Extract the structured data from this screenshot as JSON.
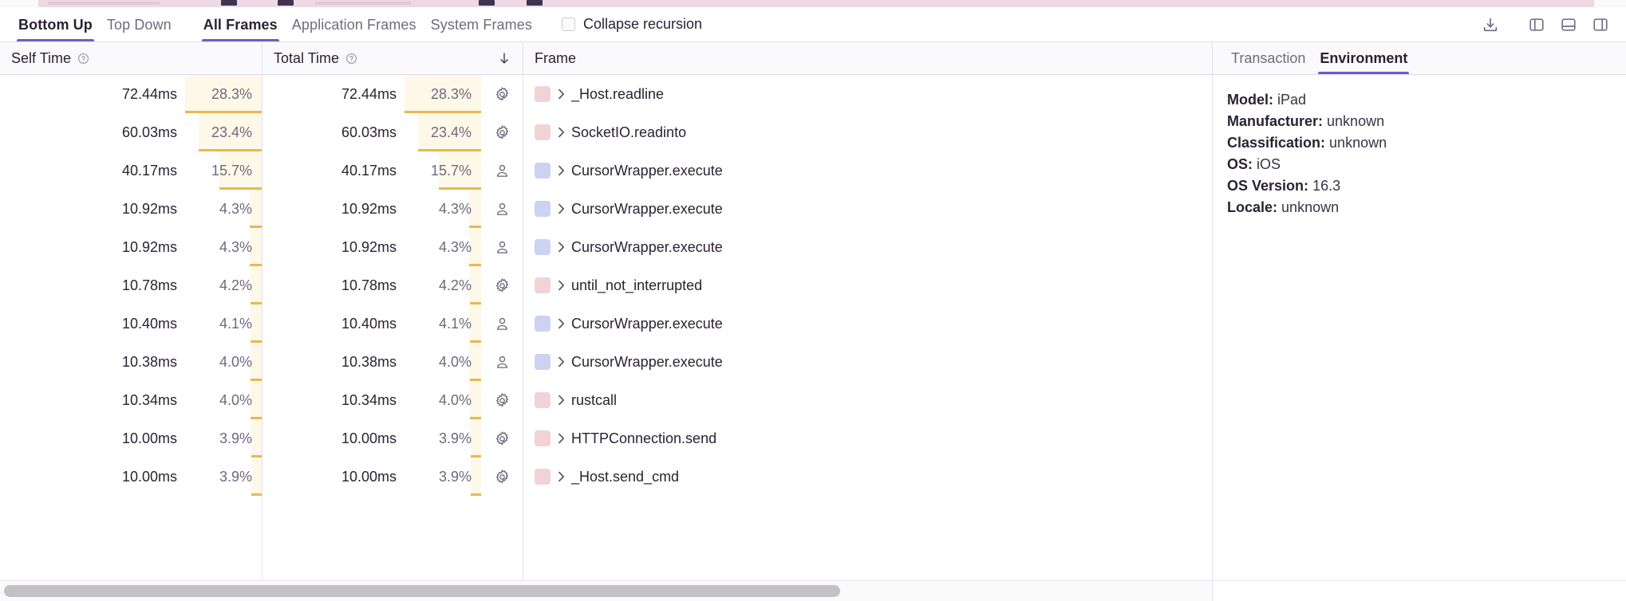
{
  "toolbar": {
    "view_tabs": [
      {
        "label": "Bottom Up",
        "active": true
      },
      {
        "label": "Top Down",
        "active": false
      }
    ],
    "frame_tabs": [
      {
        "label": "All Frames",
        "active": true
      },
      {
        "label": "Application Frames",
        "active": false
      },
      {
        "label": "System Frames",
        "active": false
      }
    ],
    "collapse_recursion": {
      "label": "Collapse recursion",
      "checked": false
    },
    "actions": [
      {
        "name": "download-icon",
        "title": "Download"
      },
      {
        "name": "layout-left-panel-icon",
        "title": "Toggle left panel"
      },
      {
        "name": "layout-bottom-panel-icon",
        "title": "Toggle bottom panel"
      },
      {
        "name": "layout-right-panel-icon",
        "title": "Toggle right panel"
      }
    ]
  },
  "table": {
    "columns": [
      {
        "key": "self_time",
        "label": "Self Time",
        "has_help": true,
        "sorted": false
      },
      {
        "key": "total_time",
        "label": "Total Time",
        "has_help": true,
        "sorted": true,
        "sort_direction": "desc"
      },
      {
        "key": "frame",
        "label": "Frame",
        "has_help": false,
        "sorted": false
      }
    ],
    "rows": [
      {
        "self_time": "72.44ms",
        "self_pct": "28.3%",
        "self_pct_value": 28.3,
        "total_time": "72.44ms",
        "total_pct": "28.3%",
        "total_pct_value": 28.3,
        "frame_type": "system",
        "frame": "_Host.readline"
      },
      {
        "self_time": "60.03ms",
        "self_pct": "23.4%",
        "self_pct_value": 23.4,
        "total_time": "60.03ms",
        "total_pct": "23.4%",
        "total_pct_value": 23.4,
        "frame_type": "system",
        "frame": "SocketIO.readinto"
      },
      {
        "self_time": "40.17ms",
        "self_pct": "15.7%",
        "self_pct_value": 15.7,
        "total_time": "40.17ms",
        "total_pct": "15.7%",
        "total_pct_value": 15.7,
        "frame_type": "application",
        "frame": "CursorWrapper.execute"
      },
      {
        "self_time": "10.92ms",
        "self_pct": "4.3%",
        "self_pct_value": 4.3,
        "total_time": "10.92ms",
        "total_pct": "4.3%",
        "total_pct_value": 4.3,
        "frame_type": "application",
        "frame": "CursorWrapper.execute"
      },
      {
        "self_time": "10.92ms",
        "self_pct": "4.3%",
        "self_pct_value": 4.3,
        "total_time": "10.92ms",
        "total_pct": "4.3%",
        "total_pct_value": 4.3,
        "frame_type": "application",
        "frame": "CursorWrapper.execute"
      },
      {
        "self_time": "10.78ms",
        "self_pct": "4.2%",
        "self_pct_value": 4.2,
        "total_time": "10.78ms",
        "total_pct": "4.2%",
        "total_pct_value": 4.2,
        "frame_type": "system",
        "frame": "until_not_interrupted"
      },
      {
        "self_time": "10.40ms",
        "self_pct": "4.1%",
        "self_pct_value": 4.1,
        "total_time": "10.40ms",
        "total_pct": "4.1%",
        "total_pct_value": 4.1,
        "frame_type": "application",
        "frame": "CursorWrapper.execute"
      },
      {
        "self_time": "10.38ms",
        "self_pct": "4.0%",
        "self_pct_value": 4.0,
        "total_time": "10.38ms",
        "total_pct": "4.0%",
        "total_pct_value": 4.0,
        "frame_type": "application",
        "frame": "CursorWrapper.execute"
      },
      {
        "self_time": "10.34ms",
        "self_pct": "4.0%",
        "self_pct_value": 4.0,
        "total_time": "10.34ms",
        "total_pct": "4.0%",
        "total_pct_value": 4.0,
        "frame_type": "system",
        "frame": "rustcall"
      },
      {
        "self_time": "10.00ms",
        "self_pct": "3.9%",
        "self_pct_value": 3.9,
        "total_time": "10.00ms",
        "total_pct": "3.9%",
        "total_pct_value": 3.9,
        "frame_type": "system",
        "frame": "HTTPConnection.send"
      },
      {
        "self_time": "10.00ms",
        "self_pct": "3.9%",
        "self_pct_value": 3.9,
        "total_time": "10.00ms",
        "total_pct": "3.9%",
        "total_pct_value": 3.9,
        "frame_type": "system",
        "frame": "_Host.send_cmd"
      }
    ]
  },
  "detail": {
    "tabs": [
      {
        "label": "Transaction",
        "active": false
      },
      {
        "label": "Environment",
        "active": true
      }
    ],
    "environment": [
      {
        "key": "Model:",
        "value": "iPad"
      },
      {
        "key": "Manufacturer:",
        "value": "unknown"
      },
      {
        "key": "Classification:",
        "value": "unknown"
      },
      {
        "key": "OS:",
        "value": "iOS"
      },
      {
        "key": "OS Version:",
        "value": "16.3"
      },
      {
        "key": "Locale:",
        "value": "unknown"
      }
    ]
  },
  "colors": {
    "accent": "#6c5fc7",
    "system_frame_swatch": "#f2d3d5",
    "application_frame_swatch": "#ccd2f2",
    "pct_fill": "#fdf8e8",
    "pct_bar": "#e7b94e",
    "flame_strip": "#ecd9e2",
    "scrollbar_thumb": "#c3c1c6"
  },
  "scrollbar": {
    "orientation": "horizontal",
    "thumb_fraction": 0.69
  }
}
